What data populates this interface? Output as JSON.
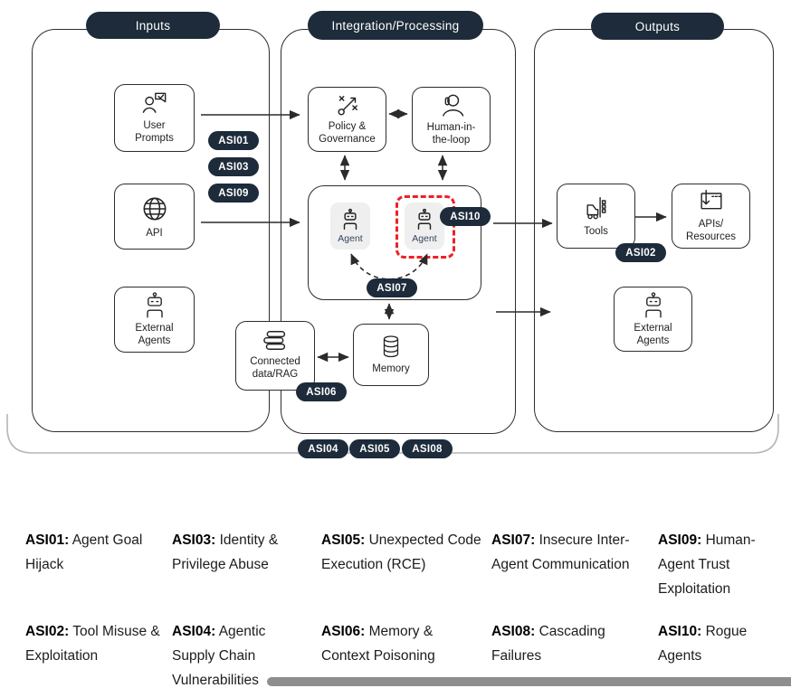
{
  "columns": [
    {
      "label": "Inputs"
    },
    {
      "label": "Integration/Processing"
    },
    {
      "label": "Outputs"
    }
  ],
  "nodes": {
    "user_prompts": "User\nPrompts",
    "api": "API",
    "external_agents_in": "External\nAgents",
    "policy": "Policy &\nGovernance",
    "hitl": "Human-in-\nthe-loop",
    "agent1": "Agent",
    "agent2": "Agent",
    "connected_data": "Connected\ndata/RAG",
    "memory": "Memory",
    "tools": "Tools",
    "apis_resources": "APIs/\nResources",
    "external_agents_out": "External\nAgents"
  },
  "badges": {
    "asi01": "ASI01",
    "asi02": "ASI02",
    "asi03": "ASI03",
    "asi04": "ASI04",
    "asi05": "ASI05",
    "asi06": "ASI06",
    "asi07": "ASI07",
    "asi08": "ASI08",
    "asi09": "ASI09",
    "asi10": "ASI10"
  },
  "legend": {
    "items": [
      {
        "code": "ASI01:",
        "text": "Agent Goal Hijack"
      },
      {
        "code": "ASI03:",
        "text": "Identity & Privilege Abuse"
      },
      {
        "code": "ASI05:",
        "text": "Unexpected Code Execution (RCE)"
      },
      {
        "code": "ASI07:",
        "text": "Insecure Inter-Agent Communication"
      },
      {
        "code": "ASI09:",
        "text": "Human-Agent Trust Exploitation"
      },
      {
        "code": "ASI02:",
        "text": "Tool Misuse & Exploitation"
      },
      {
        "code": "ASI04:",
        "text": "Agentic Supply Chain Vulnerabilities"
      },
      {
        "code": "ASI06:",
        "text": "Memory & Context Poisoning"
      },
      {
        "code": "ASI08:",
        "text": "Cascading Failures"
      },
      {
        "code": "ASI10:",
        "text": "Rogue Agents"
      }
    ]
  },
  "colors": {
    "navy": "#1d2b3a",
    "alert_red": "#ee2027",
    "line": "#2b2b2b",
    "agent_fill": "#efefef",
    "bracket_gray": "#b5b5b5"
  }
}
